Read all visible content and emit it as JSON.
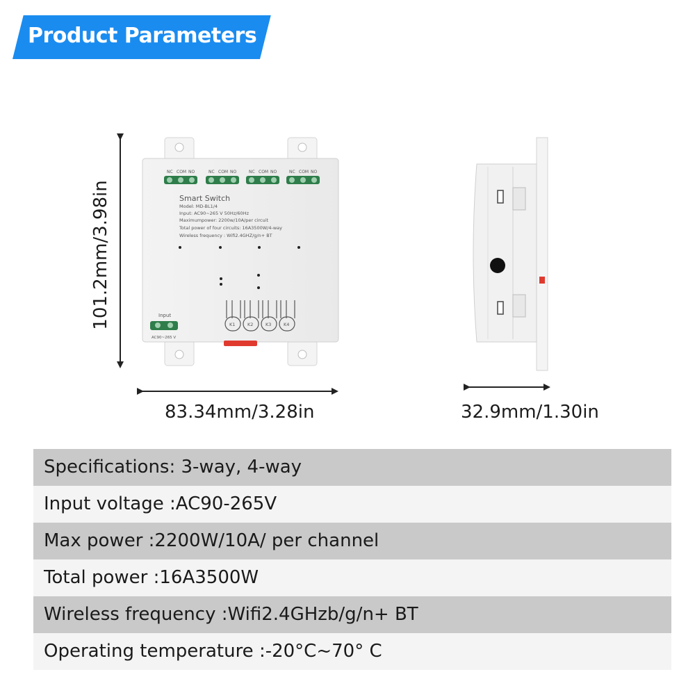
{
  "banner": {
    "title": "Product Parameters",
    "color": "#1a8cf0"
  },
  "dimensions": {
    "height": "101.2mm/3.98in",
    "width": "83.34mm/3.28in",
    "depth": "32.9mm/1.30in"
  },
  "device_label": {
    "terminal_labels": [
      "NC",
      "COM",
      "NO"
    ],
    "name": "Smart Switch",
    "lines": [
      "Model: MD-BL1/4",
      "Input:   AC90~265 V   50Hz/60Hz",
      "Maximumpower:  2200w/10A/per circuit",
      "Total power of four circuits: 16A3500W/4-way",
      "Wireless frequency : Wifi2.4GHZ/g/n+ BT"
    ],
    "input_label": "Input",
    "input_voltage": "AC90~265 V",
    "channels": [
      "K1",
      "K2",
      "K3",
      "K4"
    ]
  },
  "specs": [
    {
      "text": "Specifications: 3-way, 4-way"
    },
    {
      "text": "Input voltage :AC90-265V"
    },
    {
      "text": "Max power :2200W/10A/ per channel"
    },
    {
      "text": "Total power :16A3500W"
    },
    {
      "text": "Wireless frequency :Wifi2.4GHzb/g/n+ BT"
    },
    {
      "text": "Operating temperature :-20°C~70° C"
    }
  ]
}
